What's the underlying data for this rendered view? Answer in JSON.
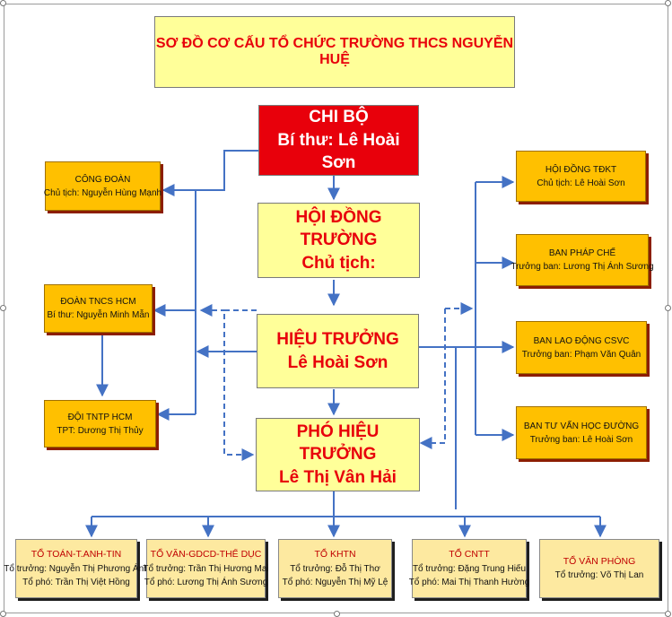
{
  "title": "SƠ ĐỒ CƠ CẤU TỔ CHỨC TRƯỜNG THCS NGUYỄN HUỆ",
  "colors": {
    "connector": "#4472c4",
    "highlight": "#e8000b",
    "box_fill": "#ffff99",
    "side_fill": "#ffc000"
  },
  "main": {
    "chi_bo": {
      "line1": "CHI BỘ",
      "line2": "Bí thư: Lê Hoài Sơn"
    },
    "hoi_dong_truong": {
      "line1": "HỘI ĐỒNG TRƯỜNG",
      "line2": "Chủ tịch:"
    },
    "hieu_truong": {
      "line1": "HIỆU TRƯỞNG",
      "line2": "Lê Hoài Sơn"
    },
    "pho_hieu_truong": {
      "line1": "PHÓ HIỆU TRƯỞNG",
      "line2": "Lê Thị Vân Hải"
    }
  },
  "left": [
    {
      "line1": "CÔNG ĐOÀN",
      "line2": "Chủ tịch: Nguyễn Hùng Mạnh"
    },
    {
      "line1": "ĐOÀN TNCS HCM",
      "line2": "Bí thư: Nguyễn Minh Mẫn"
    },
    {
      "line1": "ĐỘI TNTP HCM",
      "line2": "TPT: Dương Thị Thủy"
    }
  ],
  "right": [
    {
      "line1": "HỘI ĐỒNG TĐKT",
      "line2": "Chủ tịch: Lê Hoài Sơn"
    },
    {
      "line1": "BAN PHÁP CHẾ",
      "line2": "Trưởng ban: Lương Thị Ánh Sương"
    },
    {
      "line1": "BAN LAO ĐỘNG CSVC",
      "line2": "Trưởng ban: Phạm Văn Quân"
    },
    {
      "line1": "BAN TƯ VẤN HỌC ĐƯỜNG",
      "line2": "Trưởng ban: Lê Hoài Sơn"
    }
  ],
  "departments": [
    {
      "name": "TỔ TOÁN-T.ANH-TIN",
      "lead": "Tổ trưởng: Nguyễn Thị Phương Ánh",
      "deputy": "Tổ phó: Trần Thị Việt Hồng"
    },
    {
      "name": "TỔ VĂN-GDCD-THỂ DỤC",
      "lead": "Tổ trưởng: Trần Thị Hương Mai",
      "deputy": "Tổ phó: Lương Thị Ánh Sương"
    },
    {
      "name": "TỔ KHTN",
      "lead": "Tổ trưởng: Đỗ Thị Thơ",
      "deputy": "Tổ phó: Nguyễn Thị Mỹ Lệ"
    },
    {
      "name": "TỔ CNTT",
      "lead": "Tổ trưởng: Đặng Trung Hiếu",
      "deputy": "Tổ phó: Mai Thị Thanh Hường"
    },
    {
      "name": "TỔ VĂN PHÒNG",
      "lead": "Tổ trưởng: Võ Thị Lan"
    }
  ]
}
